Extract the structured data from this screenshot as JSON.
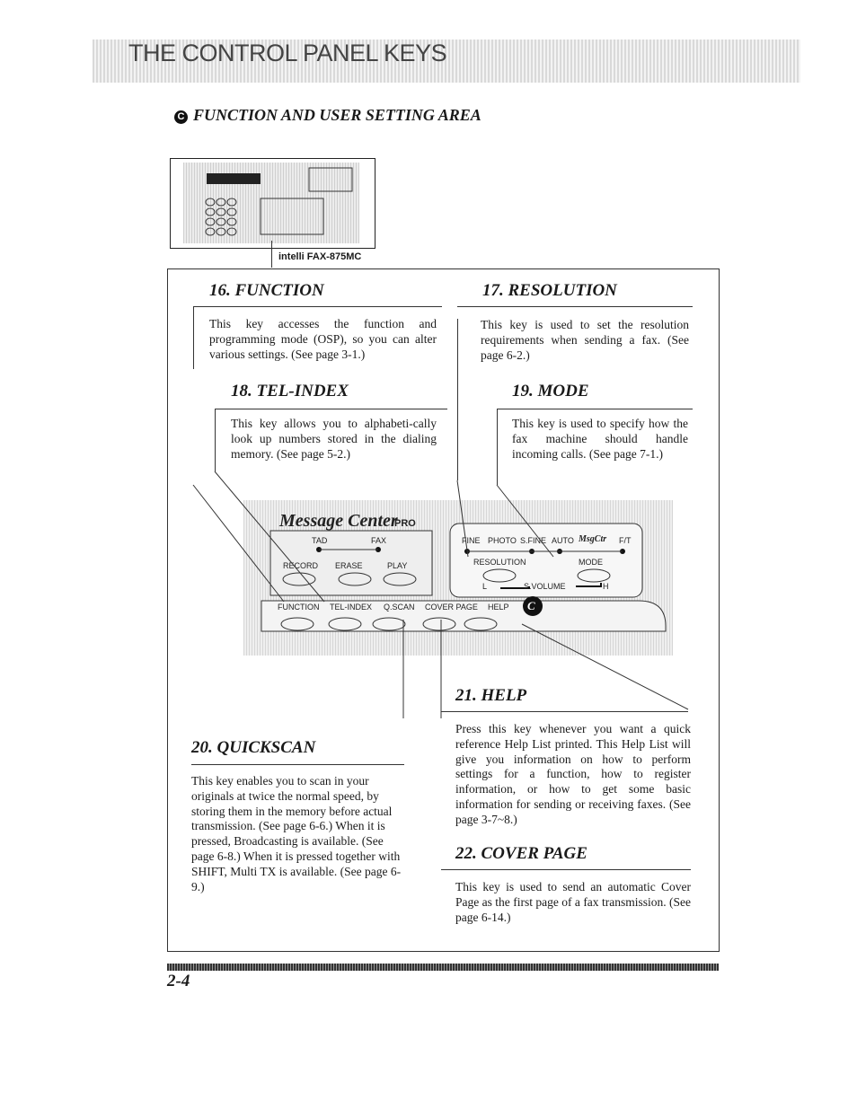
{
  "header": {
    "title": "THE CONTROL PANEL KEYS"
  },
  "section": {
    "marker": "C",
    "title": "FUNCTION AND USER SETTING AREA"
  },
  "thumbnail": {
    "model_label": "intelli FAX-875MC"
  },
  "items": [
    {
      "heading": "16. FUNCTION",
      "text": "This key accesses the function and programming mode (OSP), so you can alter various settings. (See page 3-1.)"
    },
    {
      "heading": "17. RESOLUTION",
      "text": "This key is used to set the resolution requirements when sending a fax. (See page 6-2.)"
    },
    {
      "heading": "18. TEL-INDEX",
      "text": "This key allows you to alphabeti-cally look up numbers stored in the dialing memory. (See page 5-2.)"
    },
    {
      "heading": "19. MODE",
      "text": "This key is used to specify how the fax machine should handle incoming calls. (See page 7-1.)"
    },
    {
      "heading": "20. QUICKSCAN",
      "text": "This key enables you to scan in your originals at twice the normal speed, by storing them in the memory before actual transmission. (See page 6-6.) When it is pressed, Broadcasting is available. (See page 6-8.) When it is pressed together with SHIFT, Multi TX is available. (See page 6-9.)"
    },
    {
      "heading": "21. HELP",
      "text": "Press this key whenever you want a quick reference Help List printed. This Help List will give you information on how to perform settings for a function, how to register information, or how to get some basic information for sending or receiving faxes. (See page 3-7~8.)"
    },
    {
      "heading": "22. COVER PAGE",
      "text": "This key is used to send an automatic Cover Page as the first page of a fax transmission. (See page 6-14.)"
    }
  ],
  "panel": {
    "brand": "Message Center",
    "brand_suffix": "PRO",
    "tad": "TAD",
    "fax": "FAX",
    "record": "RECORD",
    "erase": "ERASE",
    "play": "PLAY",
    "fine": "FINE",
    "photo": "PHOTO",
    "sfine": "S.FINE",
    "auto": "AUTO",
    "msgctr": "MsgCtr",
    "ft": "F/T",
    "resolution": "RESOLUTION",
    "mode": "MODE",
    "vol_l": "L",
    "svolume": "S.VOLUME",
    "vol_h": "H",
    "function": "FUNCTION",
    "telindex": "TEL-INDEX",
    "qscan": "Q.SCAN",
    "coverpage": "COVER PAGE",
    "help": "HELP",
    "badge": "C"
  },
  "footer": {
    "page_number": "2-4"
  }
}
